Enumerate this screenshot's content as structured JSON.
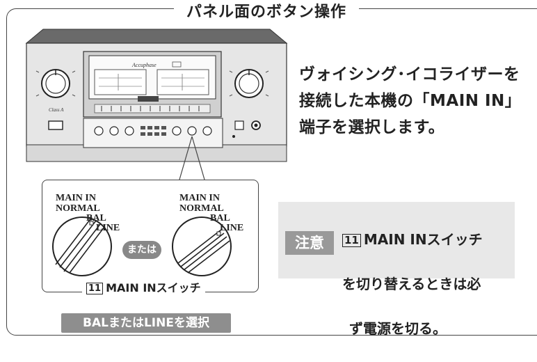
{
  "frame": {
    "title": "パネル面のボタン操作"
  },
  "amplifier": {
    "brand": "Accuphase",
    "class_label": "Class A"
  },
  "description": "ヴォイシング･イコライザーを\n接続した本機の「MAIN IN」\n端子を選択します。",
  "zoom": {
    "left_knob": {
      "line1": "MAIN IN",
      "line2": "NORMAL",
      "line3": "BAL",
      "line4": "LINE"
    },
    "right_knob": {
      "line1": "MAIN IN",
      "line2": "NORMAL",
      "line3": "BAL",
      "line4": "LINE"
    },
    "or_label": "または",
    "switch_number": "11",
    "switch_caption": "MAIN INスイッチ"
  },
  "select_badge": "BALまたはLINEを選択",
  "caution": {
    "tag": "注意",
    "number": "11",
    "line1": "MAIN INスイッチ",
    "line2": "を切り替えるときは必",
    "line3": "ず電源を切る。"
  }
}
